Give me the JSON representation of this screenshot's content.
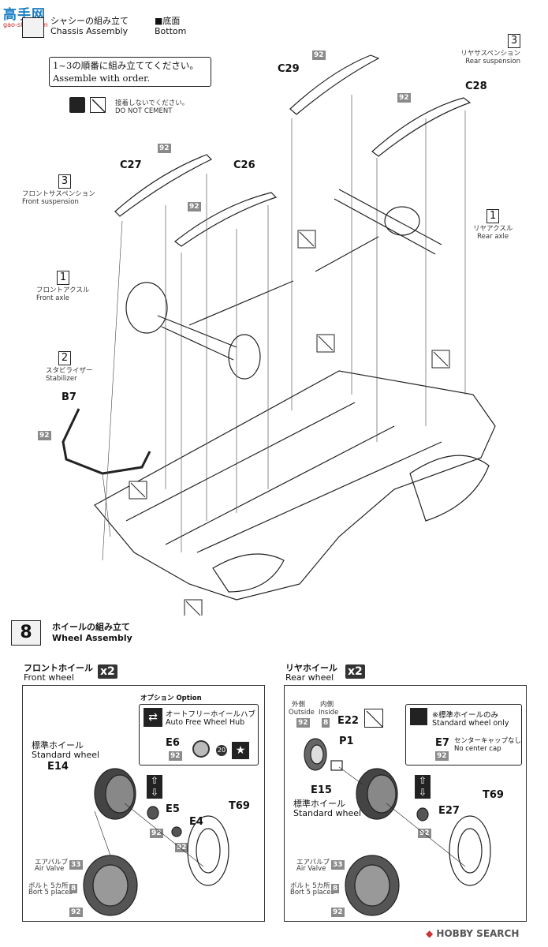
{
  "site": {
    "logo_text": "高手网",
    "domain": "gao-shou.com"
  },
  "step7": {
    "title_jp": "シャシーの組み立て",
    "title_en": "Chassis Assembly",
    "view_jp": "■底面",
    "view_en": "Bottom",
    "order_jp": "1~3の順番に組み立ててください。",
    "order_en": "Assemble with order.",
    "no_cement_jp": "接着しないでください。",
    "no_cement_en": "DO NOT CEMENT",
    "groups": [
      {
        "num": "3",
        "jp": "リヤサスペンション",
        "en": "Rear suspension"
      },
      {
        "num": "3",
        "jp": "フロントサスペンション",
        "en": "Front suspension"
      },
      {
        "num": "1",
        "jp": "リヤアクスル",
        "en": "Rear axle"
      },
      {
        "num": "1",
        "jp": "フロントアクスル",
        "en": "Front axle"
      },
      {
        "num": "2",
        "jp": "スタビライザー",
        "en": "Stabilizer"
      }
    ],
    "parts": [
      "C29",
      "C28",
      "C27",
      "C26",
      "B7"
    ],
    "color_code": "92"
  },
  "step8": {
    "num": "8",
    "title_jp": "ホイールの組み立て",
    "title_en": "Wheel Assembly",
    "front": {
      "jp": "フロントホイール",
      "en": "Front wheel",
      "qty": "x2",
      "option_label": "オプション Option",
      "option_jp": "オートフリーホイールハブ",
      "option_en": "Auto Free Wheel Hub",
      "std_jp": "標準ホイール",
      "std_en": "Standard wheel",
      "parts": [
        "E6",
        "E14",
        "E5",
        "E4",
        "T69"
      ],
      "decal": "20",
      "valve_jp": "エアバルブ",
      "valve_en": "Air Valve",
      "valve_color": "33",
      "bolt_jp": "ボルト 5カ所",
      "bolt_en": "Bort 5 places",
      "bolt_color": "8",
      "color": "92"
    },
    "rear": {
      "jp": "リヤホイール",
      "en": "Rear wheel",
      "qty": "x2",
      "outside_jp": "外側",
      "outside_en": "Outside",
      "inside_jp": "内側",
      "inside_en": "Inside",
      "std_only_jp": "※標準ホイールのみ",
      "std_only_en": "Standard wheel only",
      "cap_jp": "センターキャップなし",
      "cap_en": "No center cap",
      "std_jp": "標準ホイール",
      "std_en": "Standard wheel",
      "parts": [
        "E22",
        "P1",
        "E7",
        "E15",
        "E27",
        "T69"
      ],
      "valve_jp": "エアバルブ",
      "valve_en": "Air Valve",
      "valve_color": "33",
      "bolt_jp": "ボルト 5カ所",
      "bolt_en": "Bort 5 places",
      "bolt_color": "8",
      "outside_color": "92",
      "inside_color": "8",
      "color": "92"
    }
  },
  "footer": {
    "brand": "HOBBY SEARCH"
  }
}
